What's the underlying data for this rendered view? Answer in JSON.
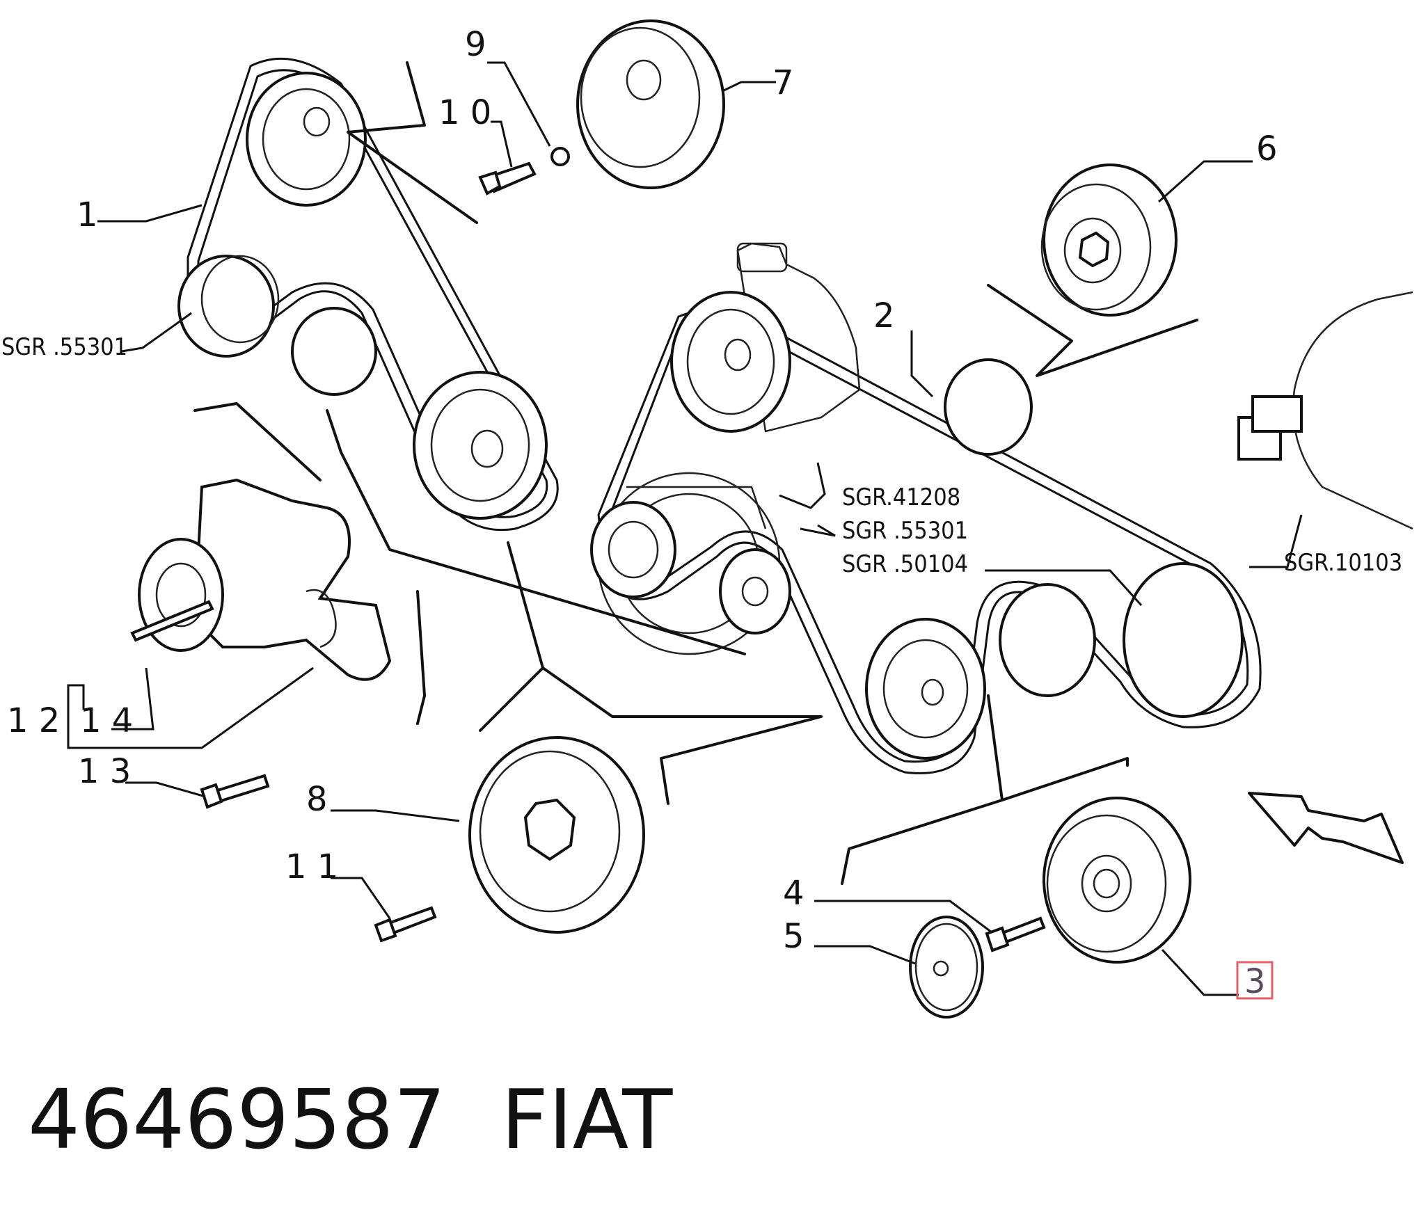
{
  "labels": {
    "n1": "1",
    "n2": "2",
    "n3": "3",
    "n4": "4",
    "n5": "5",
    "n6": "6",
    "n7": "7",
    "n8": "8",
    "n9": "9",
    "n10": "1 0",
    "n11": "1 1",
    "n12": "1 2",
    "n13": "1 3",
    "n14": "1 4",
    "sgr55301_a": "SGR .55301",
    "sgr41208": "SGR.41208",
    "sgr55301_b": "SGR .55301",
    "sgr50104": "SGR .50104",
    "sgr10103": "SGR.10103"
  },
  "footer": {
    "part_number": "46469587",
    "brand": "FIAT"
  },
  "highlight": {
    "label": "3",
    "color": "#e0606a"
  }
}
